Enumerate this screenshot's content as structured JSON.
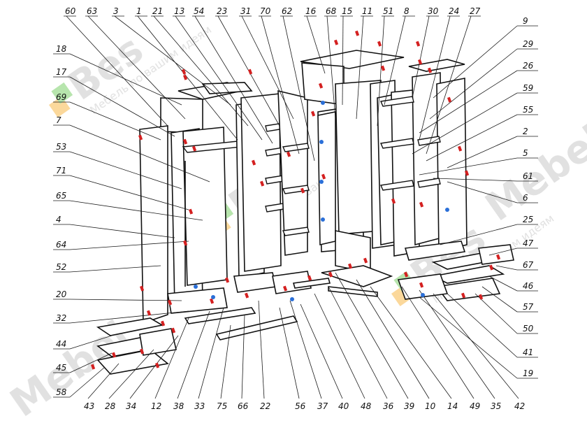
{
  "colors": {
    "line": "#111111",
    "fitting": "#d42020",
    "fitting_blue": "#2a6fd8",
    "watermark_grey": "#c8c8c8",
    "watermark_orange": "#f7b94a",
    "watermark_green": "#7ccf6a"
  },
  "watermark": {
    "brand": "Bes",
    "brand_full": "Mebel",
    "slogan": "Мебель по вашим идеям"
  },
  "labels_top": [
    "60",
    "63",
    "3",
    "1",
    "21",
    "13",
    "54",
    "23",
    "31",
    "70",
    "62",
    "16",
    "68",
    "15",
    "11",
    "51",
    "8",
    "30",
    "24",
    "27"
  ],
  "labels_left": [
    "18",
    "17",
    "69",
    "7",
    "53",
    "71",
    "65",
    "4",
    "64",
    "52",
    "20",
    "32",
    "44",
    "45",
    "58"
  ],
  "labels_right": [
    "9",
    "29",
    "26",
    "59",
    "55",
    "2",
    "5",
    "61",
    "6",
    "25",
    "47",
    "67",
    "46",
    "57",
    "50",
    "41",
    "19"
  ],
  "labels_bottom": [
    "43",
    "28",
    "34",
    "12",
    "38",
    "33",
    "75",
    "66",
    "22",
    "56",
    "37",
    "40",
    "48",
    "36",
    "39",
    "10",
    "14",
    "49",
    "35",
    "42"
  ]
}
